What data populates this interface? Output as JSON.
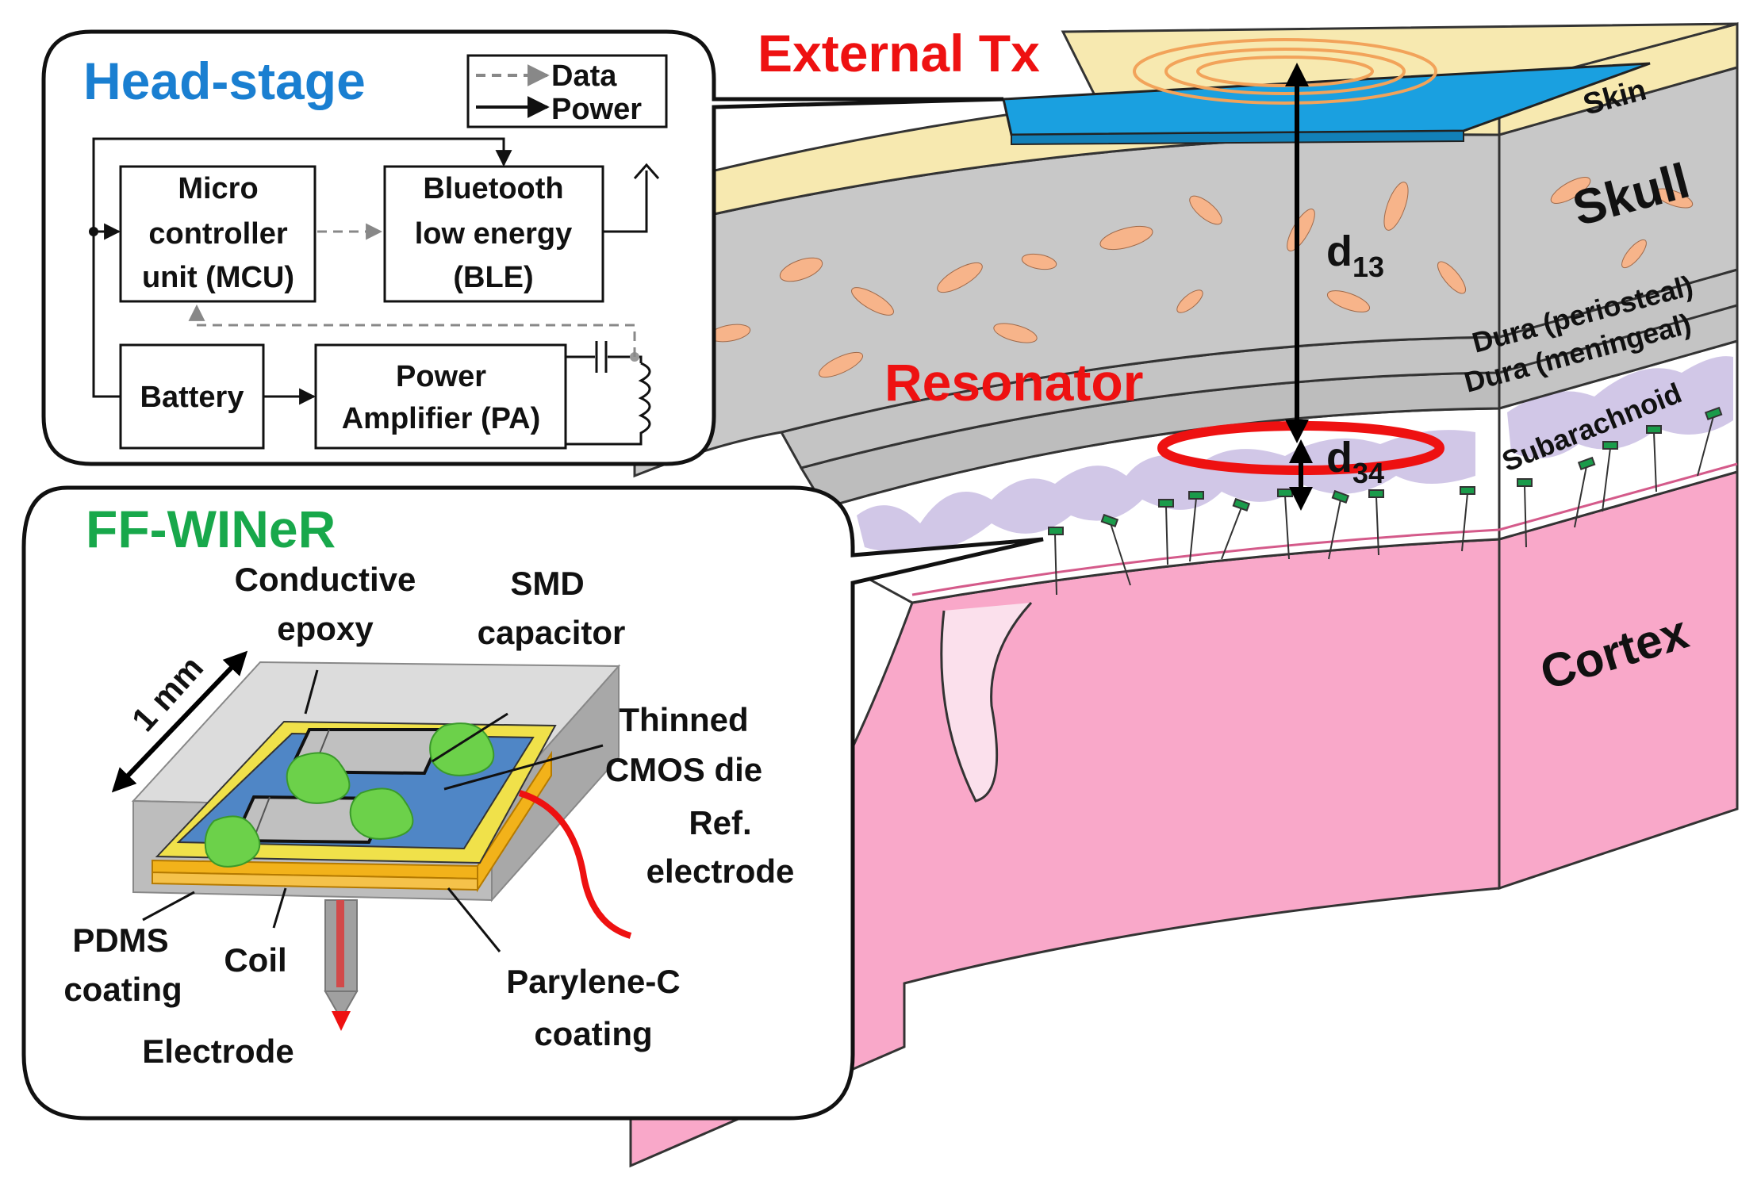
{
  "head_stage": {
    "title": "Head-stage",
    "legend": {
      "data": "Data",
      "power": "Power"
    },
    "mcu": [
      "Micro",
      "controller",
      "unit (MCU)"
    ],
    "ble": [
      "Bluetooth",
      "low energy",
      "(BLE)"
    ],
    "battery": "Battery",
    "pa": [
      "Power",
      "Amplifier (PA)"
    ]
  },
  "brain": {
    "external_tx": "External Tx",
    "resonator": "Resonator",
    "d13_main": "d",
    "d13_sub": "13",
    "d34_main": "d",
    "d34_sub": "34",
    "skin": "Skin",
    "skull": "Skull",
    "dura_periosteal": "Dura (periosteal)",
    "dura_meningeal": "Dura (meningeal)",
    "subarachnoid": "Subarachnoid",
    "cortex": "Cortex"
  },
  "ffwiner": {
    "title": "FF-WINeR",
    "conductive_epoxy": [
      "Conductive",
      "epoxy"
    ],
    "smd_capacitor": [
      "SMD",
      "capacitor"
    ],
    "one_mm": "1 mm",
    "thinned_cmos": [
      "Thinned",
      "CMOS die"
    ],
    "ref_electrode": [
      "Ref.",
      "electrode"
    ],
    "pdms": [
      "PDMS",
      "coating"
    ],
    "coil": "Coil",
    "parylene": [
      "Parylene-C",
      "coating"
    ],
    "electrode": "Electrode"
  },
  "colors": {
    "head_stage_title": "#1a7fd1",
    "ffwiner_title": "#18a84b",
    "red_label": "#ee1111",
    "skin": "#f7e9b0",
    "skull": "#c8c8c8",
    "bone_spots": "#f7b48a",
    "cortex": "#f9a8c9",
    "csf": "#c9bde3",
    "tx_pad": "#1aa0e0",
    "epoxy": "#6cd14a",
    "die": "#4f86c6",
    "pad": "#f0e14a",
    "coil": "#f2b21a"
  }
}
